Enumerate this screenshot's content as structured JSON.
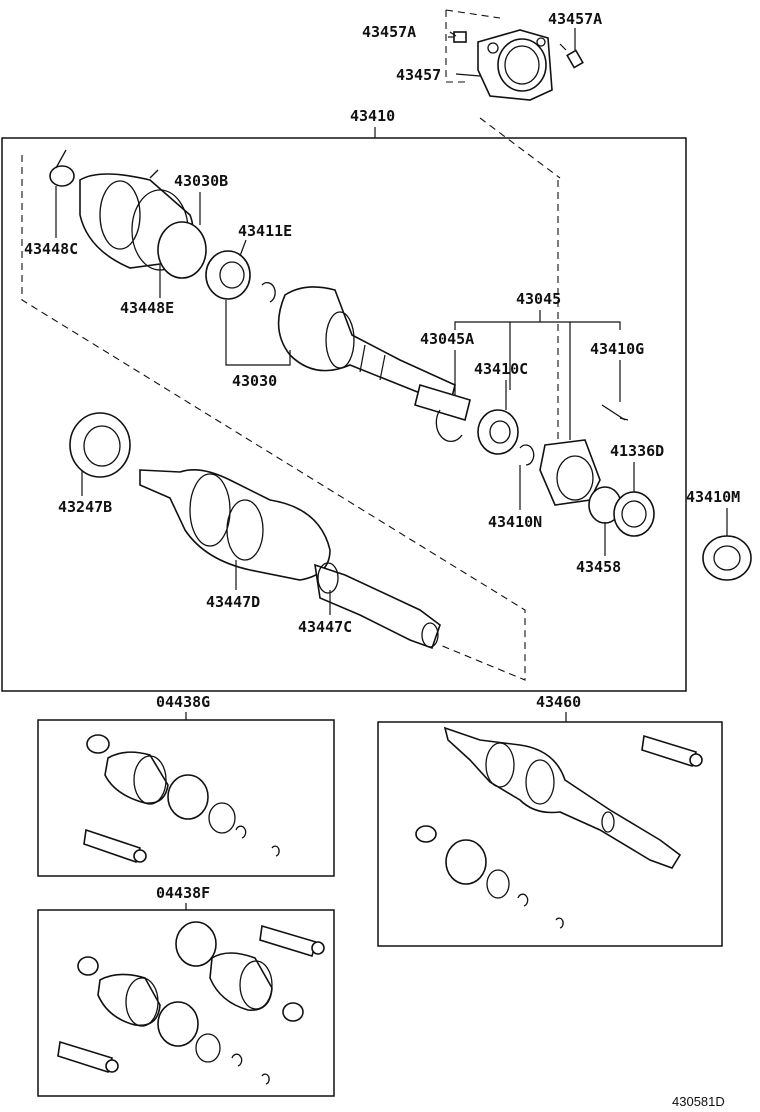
{
  "diagram": {
    "labels": {
      "p43457A_left": "43457A",
      "p43457A_right": "43457A",
      "p43457": "43457",
      "p43410": "43410",
      "p43030B": "43030B",
      "p43448C": "43448C",
      "p43411E": "43411E",
      "p43448E": "43448E",
      "p43045": "43045",
      "p43045A": "43045A",
      "p43410G": "43410G",
      "p43030": "43030",
      "p43410C": "43410C",
      "p41336D": "41336D",
      "p43410M": "43410M",
      "p43247B": "43247B",
      "p43410N": "43410N",
      "p43458": "43458",
      "p43447D": "43447D",
      "p43447C": "43447C",
      "p04438G": "04438G",
      "p43460": "43460",
      "p04438F": "04438F",
      "drawing_code": "430581D"
    }
  }
}
